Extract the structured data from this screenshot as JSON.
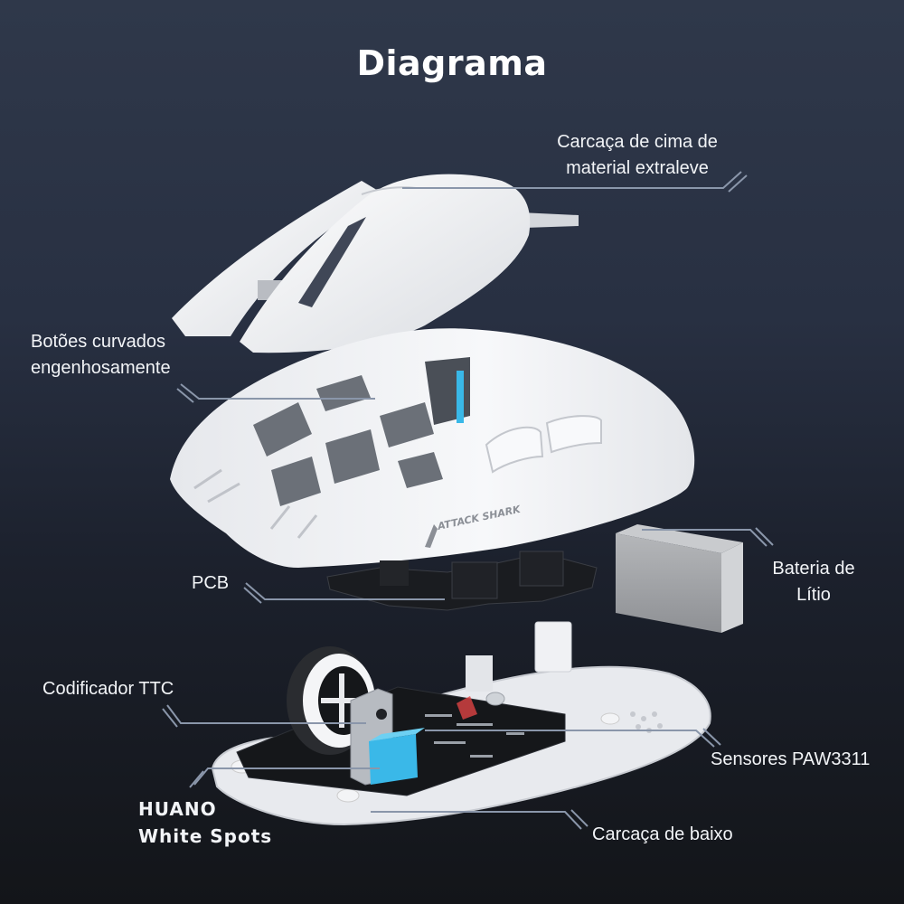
{
  "title": "Diagrama",
  "product": {
    "brand_logo_text": "ATTACK SHARK"
  },
  "colors": {
    "background_top": "#2f384a",
    "background_bottom": "#131519",
    "leader_line": "#8a96aa",
    "shell_white": "#eef0f3",
    "pcb_black": "#16181c",
    "switch_blue": "#39b8e8",
    "battery_grey": "#a9abae"
  },
  "callouts": [
    {
      "id": "top-shell",
      "lines": [
        "Carcaça de cima de",
        "material extraleve"
      ]
    },
    {
      "id": "buttons",
      "lines": [
        "Botões curvados",
        "engenhosamente"
      ]
    },
    {
      "id": "pcb",
      "lines": [
        "PCB"
      ]
    },
    {
      "id": "battery",
      "lines": [
        "Bateria de",
        "Lítio"
      ]
    },
    {
      "id": "encoder",
      "lines": [
        "Codificador TTC"
      ]
    },
    {
      "id": "switches",
      "lines": [
        "HUANO",
        "White Spots"
      ]
    },
    {
      "id": "sensor",
      "lines": [
        "Sensores PAW3311"
      ]
    },
    {
      "id": "bottom-shell",
      "lines": [
        "Carcaça de baixo"
      ]
    }
  ]
}
